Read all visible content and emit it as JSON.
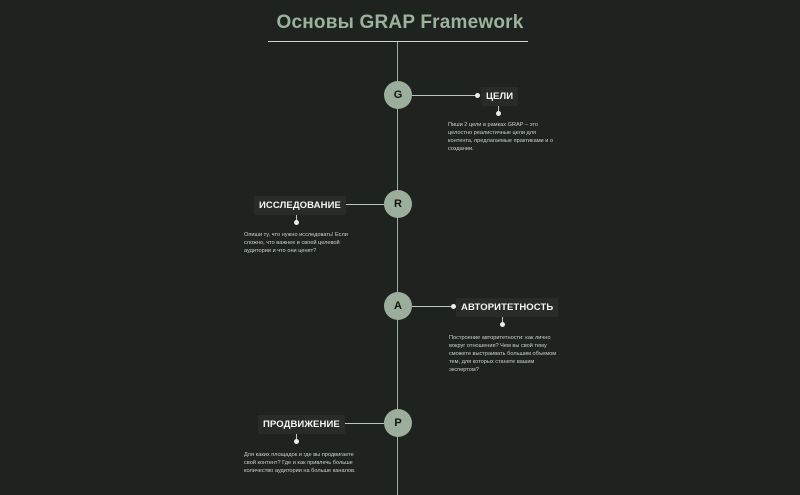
{
  "title": "Основы GRAP Framework",
  "steps": [
    {
      "letter": "G",
      "label": "ЦЕЛИ",
      "description": "Пиши 2 цели в рамках GRAP – это целостно реалистичные цели для контента, предлагаемые практиками и о создании."
    },
    {
      "letter": "R",
      "label": "ИССЛЕДОВАНИЕ",
      "description": "Опиши ту, что нужно исследовать! Если сложно, что важнее в своей целевой аудитории и что они ценят?"
    },
    {
      "letter": "A",
      "label": "АВТОРИТЕТНОСТЬ",
      "description": "Построение авторитетности: как лично вокруг отношения? Чем вы свой тему сможете выстраивать большим объемом тем, для которых станете вашим экспертом?"
    },
    {
      "letter": "P",
      "label": "ПРОДВИЖЕНИЕ",
      "description": "Для каких площадок и где вы продвигаете свой контент? Где и как привлечь больше количество аудитории на больше каналов."
    }
  ]
}
